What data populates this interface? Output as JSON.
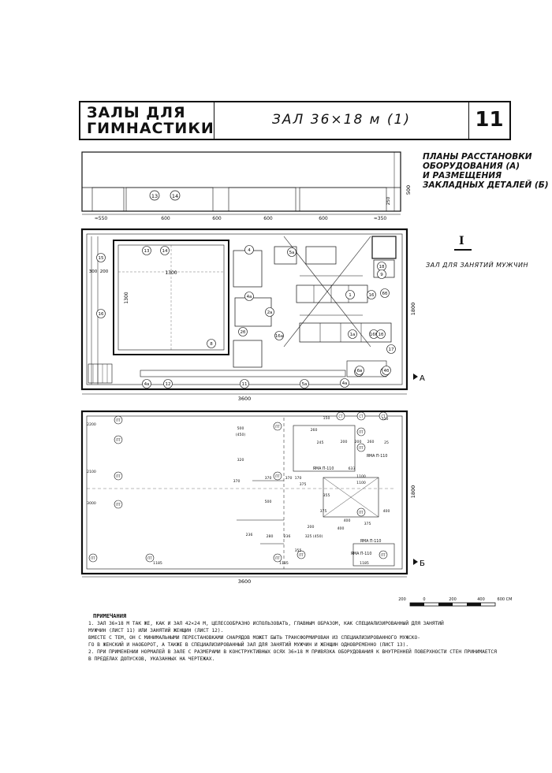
{
  "header": {
    "section_title_line1": "ЗАЛЫ ДЛЯ",
    "section_title_line2": "ГИМНАСТИКИ",
    "sheet_title": "ЗАЛ  36×18 м (1)",
    "sheet_number": "11"
  },
  "side_title": {
    "line1": "ПЛАНЫ РАССТАНОВКИ",
    "line2": "ОБОРУДОВАНИЯ (А)",
    "line3": "И РАЗМЕЩЕНИЯ",
    "line4": "ЗАКЛАДНЫХ ДЕТАЛЕЙ (Б)"
  },
  "hall_marker": "I",
  "hall_label": "ЗАЛ ДЛЯ ЗАНЯТИЙ МУЖЧИН",
  "elevation": {
    "dims": [
      "550",
      "600",
      "600",
      "600",
      "600",
      "350"
    ],
    "height_dim": "500",
    "small_dim": "250",
    "callouts": [
      "13",
      "14"
    ]
  },
  "plan_a": {
    "label": "А",
    "width_dim": "3600",
    "height_dim": "1800",
    "floor_w": "1300",
    "floor_h": "1300",
    "left_dims": [
      "300",
      "200"
    ],
    "callouts": [
      "15",
      "16",
      "13",
      "14",
      "8",
      "4а",
      "12",
      "11",
      "5а",
      "4а",
      "6а",
      "6а",
      "18",
      "9",
      "4",
      "4а",
      "5а",
      "1",
      "2а",
      "16",
      "2б",
      "16а",
      "1а",
      "16б",
      "6б",
      "1б",
      "17",
      "6в",
      "4б"
    ]
  },
  "plan_b": {
    "label": "Б",
    "width_dim": "3600",
    "height_dim": "1800",
    "marks": [
      "ПТ",
      "ПТ",
      "ПТ",
      "ПТ",
      "ПТ",
      "ПТ",
      "ПТ",
      "ПТ",
      "ПТ",
      "ПТ",
      "ПТ",
      "ПТ",
      "ПТ",
      "ПТ",
      "СТ",
      "СТ",
      "СТ"
    ],
    "dims": [
      "500",
      "(450)",
      "320",
      "260",
      "150",
      "320",
      "245",
      "200",
      "200",
      "260",
      "633",
      "1100",
      "1100",
      "375",
      "370",
      "170",
      "500",
      "355",
      "375",
      "200",
      "400",
      "375",
      "400",
      "325 (450)",
      "236",
      "280",
      "236",
      "370",
      "1185",
      "1185",
      "355",
      "1185",
      "2200",
      "2100",
      "3000",
      "370",
      "25",
      "400"
    ],
    "labels": [
      "ЯМА П-110",
      "ЯМА П-110",
      "ЯМА П-110",
      "ЯМА П-110"
    ]
  },
  "scale_bar": {
    "ticks": [
      "200",
      "0",
      "200",
      "400",
      "600 СМ"
    ]
  },
  "notes": {
    "heading": "ПРИМЕЧАНИЯ",
    "line1": "1. ЗАЛ 36×18 М ТАК ЖЕ, КАК И ЗАЛ 42×24 М, ЦЕЛЕСООБРАЗНО ИСПОЛЬЗОВАТЬ, ГЛАВНЫМ ОБРАЗОМ, КАК СПЕЦИАЛИЗИРОВАННЫЙ ДЛЯ ЗАНЯТИЙ",
    "line2": "МУЖЧИН (ЛИСТ 11) ИЛИ ЗАНЯТИЙ ЖЕНЩИН (ЛИСТ 12).",
    "line3": "ВМЕСТЕ С ТЕМ, ОН С МИНИМАЛЬНЫМИ ПЕРЕСТАНОВКАМИ СНАРЯДОВ МОЖЕТ БЫТЬ ТРАНСФОРМИРОВАН ИЗ СПЕЦИАЛИЗИРОВАННОГО МУЖСКО-",
    "line4": "ГО В ЖЕНСКИЙ И НАОБОРОТ, А ТАКЖЕ В СПЕЦИАЛИЗИРОВАННЫЙ ЗАЛ ДЛЯ ЗАНЯТИЙ МУЖЧИН И ЖЕНЩИН ОДНОВРЕМЕННО (ЛИСТ 13).",
    "line5": "2. ПРИ ПРИМЕНЕНИИ НОРМАЛЕЙ В ЗАЛЕ С РАЗМЕРАМИ В КОНСТРУКТИВНЫХ ОСЯХ 36×18 М ПРИВЯЗКА ОБОРУДОВАНИЯ К ВНУТРЕННЕЙ ПОВЕРХНОСТИ СТЕН ПРИНИМАЕТСЯ",
    "line6": "В ПРЕДЕЛАХ ДОПУСКОВ, УКАЗАННЫХ НА ЧЕРТЕЖАХ."
  }
}
